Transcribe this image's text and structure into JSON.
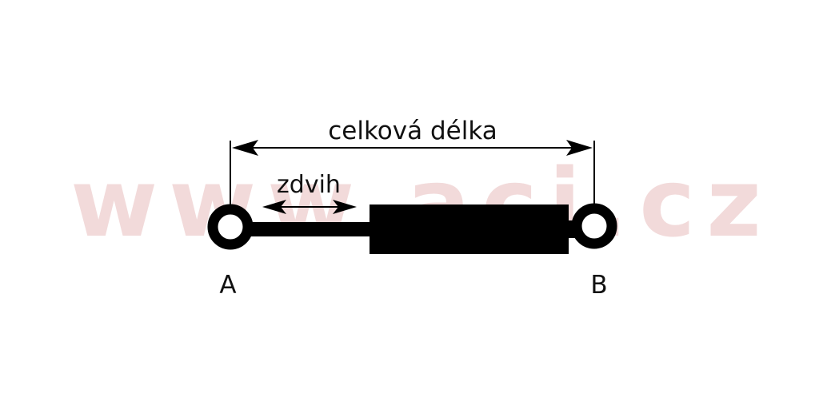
{
  "watermark": {
    "text": "www.aci.cz",
    "color": "#f2dada"
  },
  "labels": {
    "total_length": "celková délka",
    "stroke": "zdvih",
    "end_a": "A",
    "end_b": "B"
  },
  "colors": {
    "ink": "#000000",
    "background": "#ffffff"
  }
}
